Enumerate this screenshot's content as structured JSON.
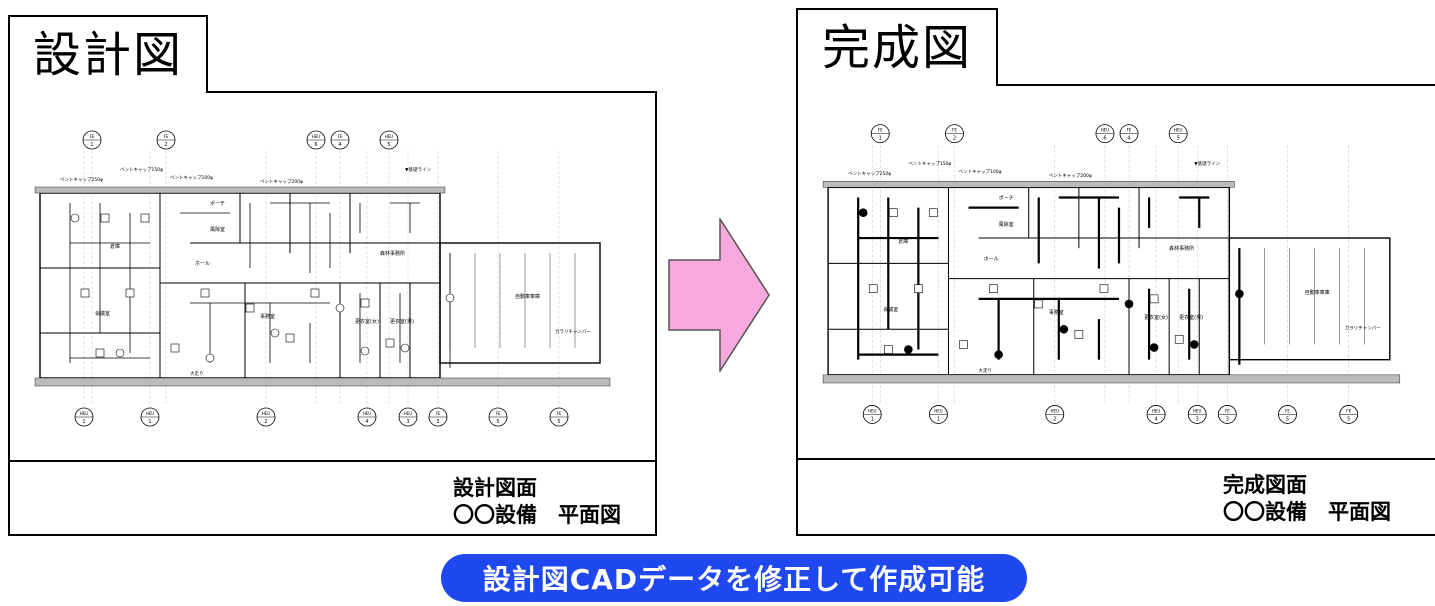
{
  "left_panel": {
    "tab_label": "設計図",
    "title_block": {
      "line1": "設計図面",
      "line2": "〇〇設備　平面図"
    },
    "drawing_text": {
      "grid_top": [
        "FE 1",
        "FE 2",
        "HEU 6",
        "FE 4",
        "HEU 5"
      ],
      "grid_bottom": [
        "HEU 1",
        "HEU 1",
        "HEU 2",
        "HEU 4",
        "HEU 3",
        "FE 3",
        "FE 5",
        "FE 5"
      ],
      "rooms": [
        "ホール",
        "事務室",
        "会議室",
        "倉庫",
        "風除室",
        "自動車車庫",
        "更衣室(女)",
        "更衣室(男)",
        "ポーチ",
        "森林事務所"
      ],
      "notes": [
        "ベントキャップ250φ",
        "ベントキャップ150φ",
        "ベントキャップ100φ",
        "ベントキャップ200φ",
        "▼基礎ライン",
        "ガラリチャンバー",
        "大走り"
      ]
    }
  },
  "right_panel": {
    "tab_label": "完成図",
    "title_block": {
      "line1": "完成図面",
      "line2": "〇〇設備　平面図"
    },
    "drawing_text": {
      "grid_top": [
        "FE 1",
        "FE 2",
        "HEU 6",
        "FE 4",
        "HEU 5"
      ],
      "grid_bottom": [
        "HEU 1",
        "HEU 1",
        "HEU 2",
        "HEU 4",
        "HEU 3",
        "FE 3",
        "FE 5",
        "FE 5"
      ],
      "rooms": [
        "ホール",
        "事務室",
        "会議室",
        "倉庫",
        "風除室",
        "自動車車庫",
        "更衣室(女)",
        "更衣室(男)",
        "ポーチ",
        "森林事務所"
      ],
      "notes": [
        "ベントキャップ250φ",
        "ベントキャップ150φ",
        "ベントキャップ100φ",
        "ベントキャップ200φ",
        "▼基礎ライン",
        "ガラリチャンバー",
        "大走り"
      ]
    }
  },
  "caption": "設計図CADデータを修正して作成可能",
  "colors": {
    "arrow_fill": "#f7a8dc",
    "arrow_stroke": "#555555",
    "caption_bg": "#1f48f0",
    "caption_text": "#ffffff",
    "duct_line": "#000000"
  }
}
